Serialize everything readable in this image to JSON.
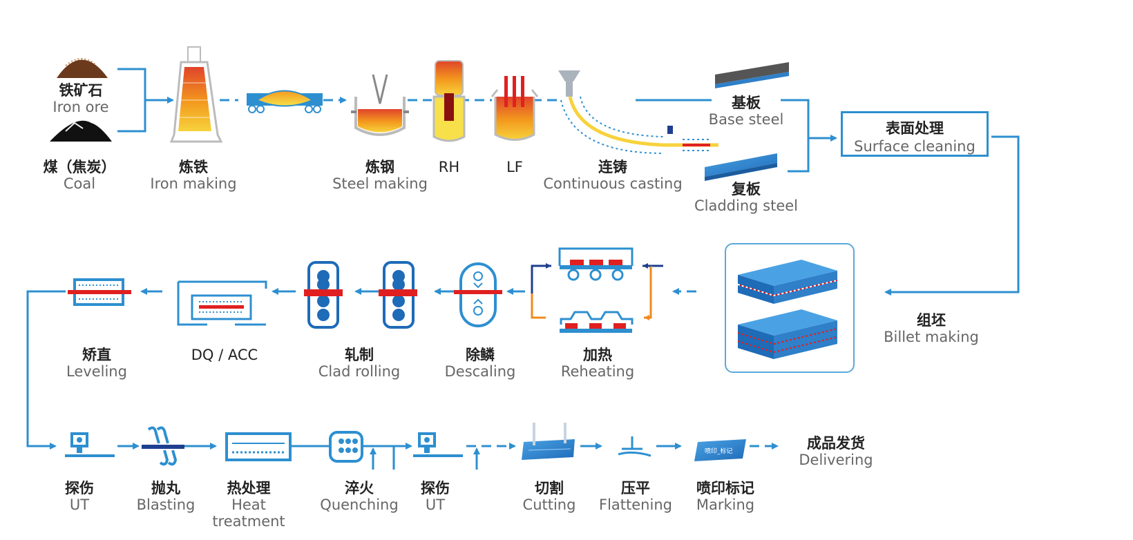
{
  "stages": {
    "iron_ore": {
      "cn": "铁矿石",
      "en": "Iron ore"
    },
    "coal": {
      "cn": "煤（焦炭）",
      "en": "Coal"
    },
    "iron_making": {
      "cn": "炼铁",
      "en": "Iron making"
    },
    "steel_making": {
      "cn": "炼钢",
      "en": "Steel making"
    },
    "rh": {
      "cn": "RH"
    },
    "lf": {
      "cn": "LF"
    },
    "continuous_casting": {
      "cn": "连铸",
      "en": "Continuous casting"
    },
    "base_steel": {
      "cn": "基板",
      "en": "Base steel"
    },
    "cladding_steel": {
      "cn": "复板",
      "en": "Cladding steel"
    },
    "surface_cleaning": {
      "cn": "表面处理",
      "en": "Surface cleaning"
    },
    "billet_making": {
      "cn": "组坯",
      "en": "Billet making"
    },
    "reheating": {
      "cn": "加热",
      "en": "Reheating"
    },
    "descaling": {
      "cn": "除鳞",
      "en": "Descaling"
    },
    "clad_rolling": {
      "cn": "轧制",
      "en": "Clad rolling"
    },
    "dq_acc": {
      "cn": "DQ / ACC"
    },
    "leveling": {
      "cn": "矫直",
      "en": "Leveling"
    },
    "ut1": {
      "cn": "探伤",
      "en": "UT"
    },
    "blasting": {
      "cn": "抛丸",
      "en": "Blasting"
    },
    "heat_treatment": {
      "cn": "热处理",
      "en": "Heat",
      "en2": "treatment"
    },
    "quenching": {
      "cn": "淬火",
      "en": "Quenching"
    },
    "ut2": {
      "cn": "探伤",
      "en": "UT"
    },
    "cutting": {
      "cn": "切割",
      "en": "Cutting"
    },
    "flattening": {
      "cn": "压平",
      "en": "Flattening"
    },
    "marking": {
      "cn": "喷印标记",
      "en": "Marking"
    },
    "delivering": {
      "cn": "成品发货",
      "en": "Delivering"
    }
  },
  "colors": {
    "flow_line": "#2d8fd0",
    "steel_blue": "#2f7fc9",
    "dark_blue": "#1e3f8f",
    "red_mark": "#e02020",
    "hot_orange": "#f39a1e",
    "hot_yellow": "#f7d23c",
    "orange_arrow": "#f08a1c"
  },
  "icons": [
    "ore-pile-icon",
    "coal-pile-icon",
    "blast-furnace-icon",
    "torpedo-car-icon",
    "converter-icon",
    "rh-vessel-icon",
    "lf-ladle-icon",
    "caster-icon",
    "base-plate-icon",
    "clad-plate-icon",
    "billet-stack-icon",
    "reheating-furnace-icon",
    "descaler-icon",
    "rolling-mill-icon",
    "accelerated-cooling-icon",
    "leveler-icon",
    "ut-probe-icon",
    "blasting-icon",
    "heat-treat-furnace-icon",
    "quench-icon",
    "cutting-icon",
    "flattening-icon",
    "marking-plate-icon"
  ],
  "marking_plate_text": "喷印_标记"
}
